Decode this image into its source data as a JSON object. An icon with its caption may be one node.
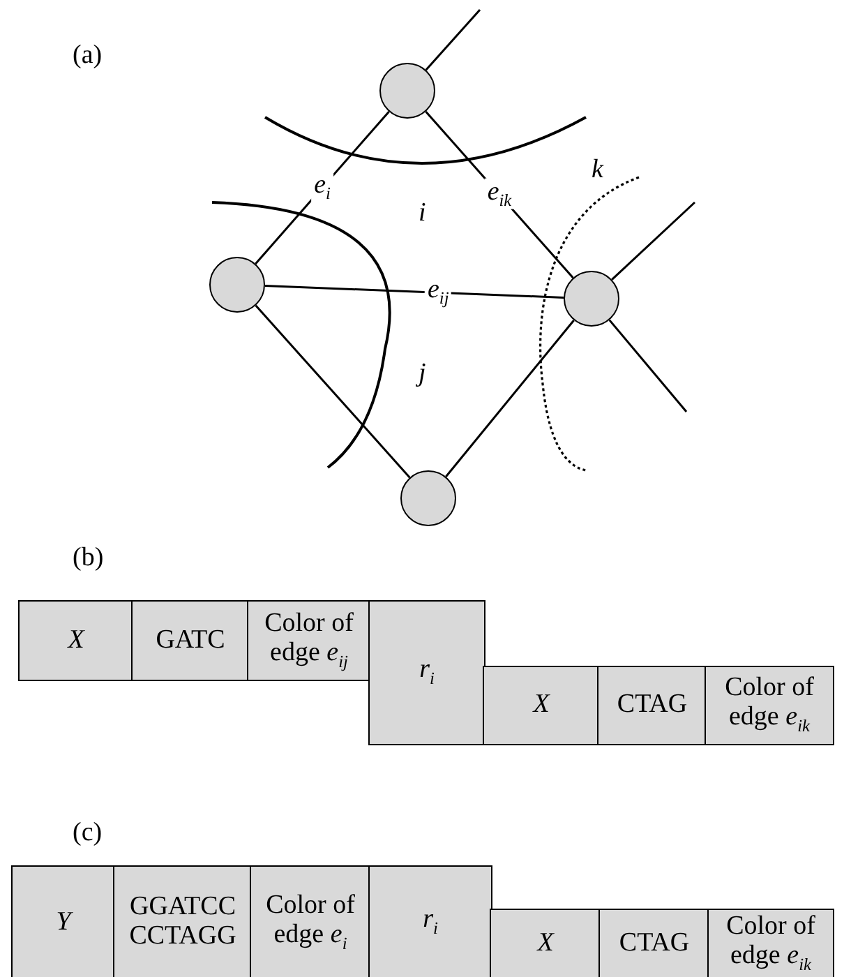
{
  "diagram": {
    "nodes": [
      {
        "text": [],
        "shape": "circle"
      },
      {
        "text": [],
        "shape": "circle"
      },
      {
        "text": [],
        "shape": "circle"
      },
      {
        "text": [],
        "shape": "circle"
      },
      {
        "text": [
          "X"
        ]
      },
      {
        "text": [
          "GATC"
        ]
      },
      {
        "text": [
          "Color of edge *e*$_{ij}$"
        ]
      },
      {
        "text": [
          "r$_{i}$"
        ]
      },
      {
        "text": [
          "X"
        ]
      },
      {
        "text": [
          "CTAG"
        ]
      },
      {
        "text": [
          "Color of edge *e*$_{ik}$"
        ]
      },
      {
        "text": [
          "Y"
        ]
      },
      {
        "text": [
          "GGATCC CCTAGG"
        ]
      },
      {
        "text": [
          "Color of edge *e*$_{i}$"
        ]
      },
      {
        "text": [
          "r$_{i}$"
        ]
      },
      {
        "text": [
          "X"
        ]
      },
      {
        "text": [
          "CTAG"
        ]
      },
      {
        "text": [
          "Color of edge *e*$_{ik}$"
        ]
      }
    ],
    "edges": [
      {
        "from": 0,
        "to": 1,
        "arrow": "none",
        "label": "e$_{i}$"
      },
      {
        "from": 0,
        "to": 2,
        "arrow": "none",
        "label": "e$_{ik}$"
      },
      {
        "from": 1,
        "to": 2,
        "arrow": "none",
        "label": "e$_{ij}$"
      },
      {
        "from": 1,
        "to": 3,
        "arrow": "none"
      },
      {
        "from": 3,
        "to": 2,
        "arrow": "none"
      },
      {
        "from": 0,
        "to": null,
        "arrow": "none"
      },
      {
        "from": 2,
        "to": null,
        "arrow": "none"
      },
      {
        "from": 2,
        "to": null,
        "arrow": "none"
      }
    ],
    "labels": [
      "(a)",
      "k",
      "i",
      "j",
      "(b)",
      "(c)"
    ]
  }
}
